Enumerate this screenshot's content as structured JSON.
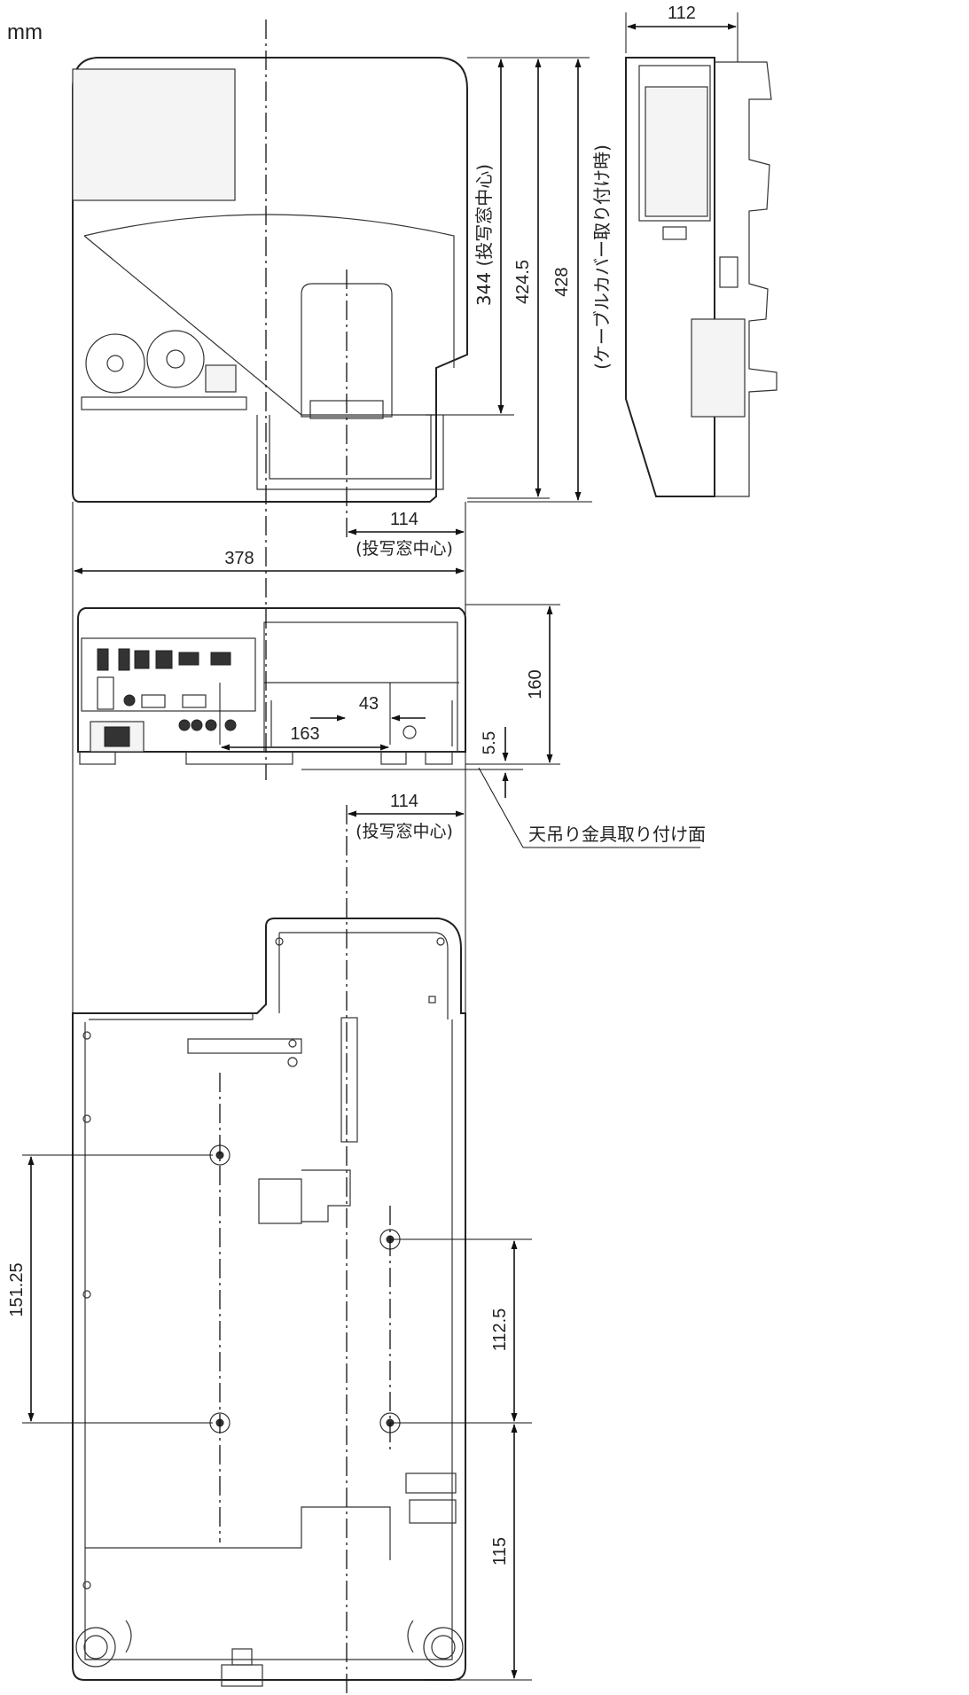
{
  "unit_label": "mm",
  "top_view": {
    "dim_throw_center_label": "344 (投写窓中心)",
    "dim_depth": "424.5",
    "dim_cable_cover_value": "428",
    "dim_cable_cover_note": "(ケーブルカバー取り付け時)",
    "dim_offset_value": "114",
    "dim_offset_note": "(投写窓中心)",
    "dim_width": "378"
  },
  "side_view": {
    "dim_height": "112"
  },
  "front_view": {
    "dim_height": "160",
    "dim_mount_offset": "5.5",
    "dim_offset_value": "114",
    "dim_offset_note": "(投写窓中心)",
    "mount_surface_label": "天吊り金具取り付け面"
  },
  "bottom_view": {
    "dim_43": "43",
    "dim_163": "163",
    "dim_151_25": "151.25",
    "dim_112_5": "112.5",
    "dim_115": "115"
  },
  "colors": {
    "line": "#111111",
    "background": "#ffffff"
  }
}
